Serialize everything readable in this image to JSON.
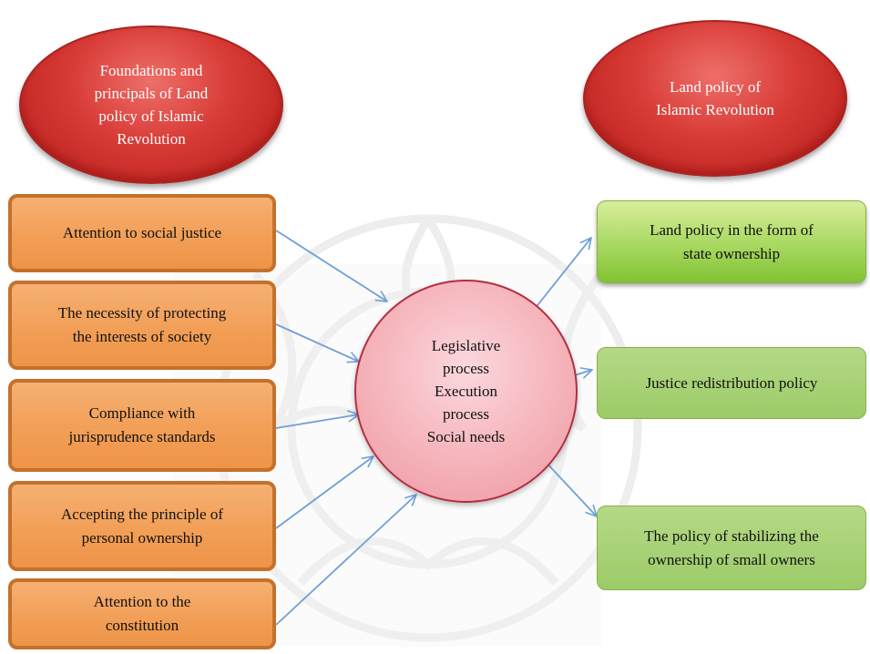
{
  "top_left_ellipse": {
    "lines": [
      "Foundations and",
      "principals of Land",
      "policy of Islamic",
      "Revolution"
    ]
  },
  "top_right_ellipse": {
    "lines": [
      "Land policy of",
      "Islamic Revolution"
    ]
  },
  "foundations": [
    {
      "lines": [
        "Attention to social justice"
      ]
    },
    {
      "lines": [
        "The necessity of protecting",
        "the interests of society"
      ]
    },
    {
      "lines": [
        "Compliance with",
        "jurisprudence standards"
      ]
    },
    {
      "lines": [
        "Accepting the principle of",
        "personal ownership"
      ]
    },
    {
      "lines": [
        "Attention to the",
        "constitution"
      ]
    }
  ],
  "center_circle": {
    "lines": [
      "Legislative",
      "process",
      "Execution",
      "process",
      "Social needs"
    ]
  },
  "policies": [
    {
      "lines": [
        "Land policy in the form of",
        "state ownership"
      ]
    },
    {
      "lines": [
        "Justice redistribution policy"
      ]
    },
    {
      "lines": [
        "The policy of stabilizing the",
        "ownership of small owners"
      ]
    }
  ],
  "colors": {
    "ellipse_fill": "#d83a35",
    "foundation_box_fill": "#f29f57",
    "policy_box_fill": "#a8d860",
    "center_circle_fill": "#f5b3ba",
    "arrow_color": "#6e9fd6"
  }
}
